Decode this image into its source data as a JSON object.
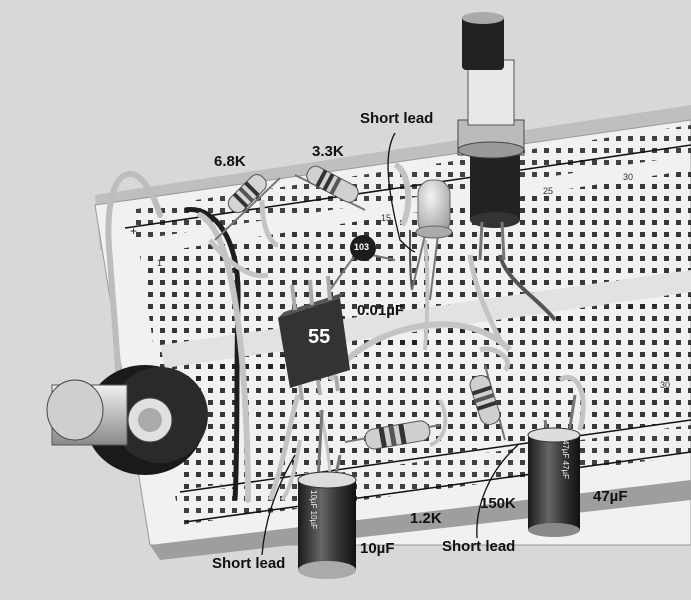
{
  "labels": {
    "r1": "6.8K",
    "r2": "3.3K",
    "short_lead_top": "Short lead",
    "cap_small": "0.01µF",
    "cap_small_code": "103",
    "ic": "55",
    "r3": "1.2K",
    "r4": "150K",
    "cap_47": "47µF",
    "cap_10": "10µF",
    "short_lead_bottom_left": "Short lead",
    "short_lead_bottom_right": "Short lead"
  },
  "breadboard_numbers": {
    "n1": "1",
    "n15": "15",
    "n25": "25",
    "n30_top": "30",
    "n30_bottom": "30",
    "plus": "+"
  },
  "cap_body_text": {
    "c10": "10µF 10µF",
    "c47": "47µF 47µF"
  },
  "colors": {
    "background": "#d8d8d8",
    "board": "#f1f1f1",
    "hole": "#222222",
    "wire": "#bdbdbd",
    "dark_wire": "#1e1e1e"
  }
}
